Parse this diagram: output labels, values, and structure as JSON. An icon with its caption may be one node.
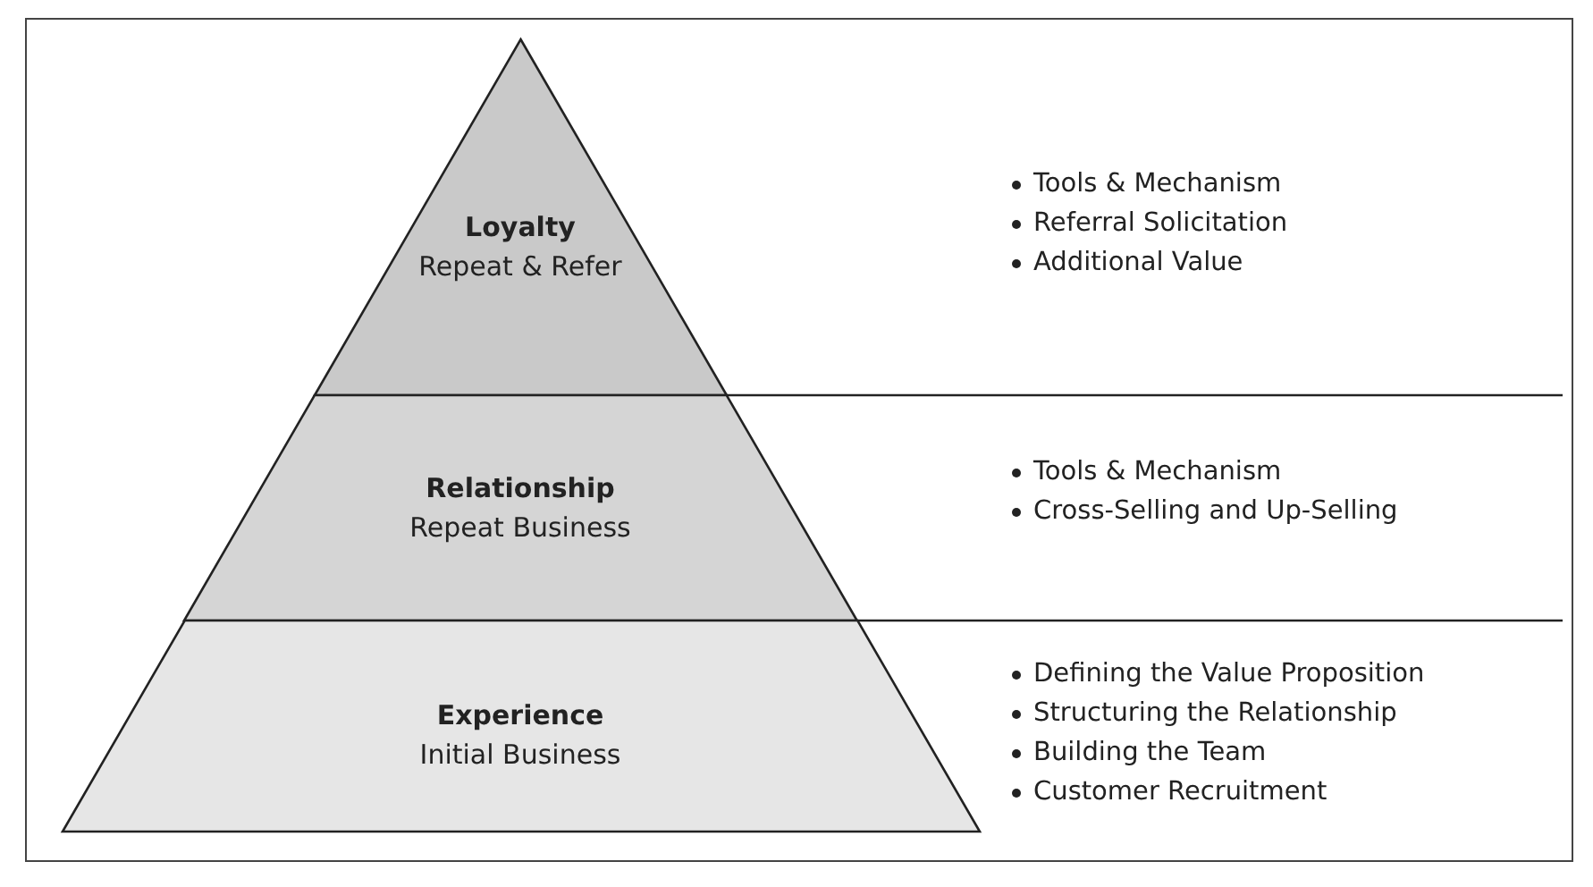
{
  "diagram": {
    "nodes": [
      {
        "text": [
          "Loyalty",
          "Repeat & Refer"
        ],
        "beside": [
          "Tools & Mechanism",
          "Referral Solicitation",
          "Additional Value"
        ]
      },
      {
        "text": [
          "Relationship",
          "Repeat Business"
        ],
        "beside": [
          "Tools & Mechanism",
          "Cross-Selling and Up-Selling"
        ]
      },
      {
        "text": [
          "Experience",
          "Initial Business"
        ],
        "beside": [
          "Defining the Value Proposition",
          "Structuring the Relationship",
          "Building the Team",
          "Customer Recruitment"
        ]
      }
    ]
  }
}
